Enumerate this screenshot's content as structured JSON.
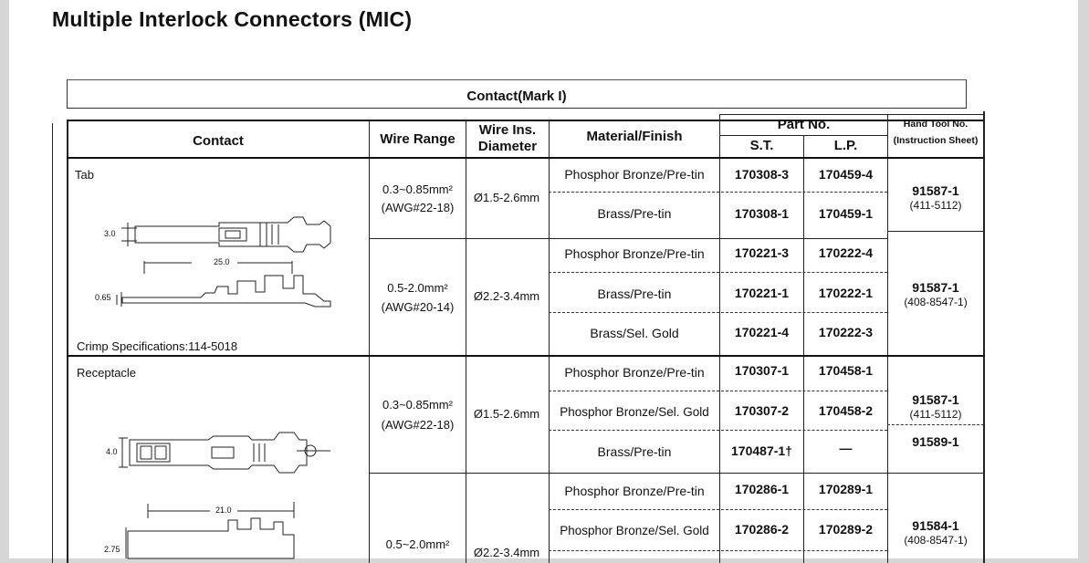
{
  "title": "Multiple Interlock Connectors (MIC)",
  "caption": "Contact(Mark I)",
  "headers": {
    "contact": "Contact",
    "wire_range": "Wire Range",
    "wire_ins_line1": "Wire Ins.",
    "wire_ins_line2": "Diameter",
    "material": "Material/Finish",
    "part_no": "Part No.",
    "st": "S.T.",
    "lp": "L.P.",
    "hand_tool_line1": "Hand Tool No.",
    "hand_tool_line2": "(Instruction Sheet)"
  },
  "sections": {
    "tab": {
      "label": "Tab",
      "crimp": "Crimp Specifications:114-5018",
      "dim_a": "3.0",
      "dim_b": "25.0",
      "dim_c": "0.65",
      "groups": [
        {
          "wire_range": "0.3~0.85mm²",
          "awg": "(AWG#22-18)",
          "wire_ins": "Ø1.5-2.6mm",
          "tool": "91587-1",
          "sheet": "(411-5112)",
          "rows": [
            {
              "material": "Phosphor Bronze/Pre-tin",
              "st": "170308-3",
              "lp": "170459-4"
            },
            {
              "material": "Brass/Pre-tin",
              "st": "170308-1",
              "lp": "170459-1"
            }
          ]
        },
        {
          "wire_range": "0.5-2.0mm²",
          "awg": "(AWG#20-14)",
          "wire_ins": "Ø2.2-3.4mm",
          "tool": "91587-1",
          "sheet": "(408-8547-1)",
          "rows": [
            {
              "material": "Phosphor Bronze/Pre-tin",
              "st": "170221-3",
              "lp": "170222-4"
            },
            {
              "material": "Brass/Pre-tin",
              "st": "170221-1",
              "lp": "170222-1"
            },
            {
              "material": "Brass/Sel. Gold",
              "st": "170221-4",
              "lp": "170222-3"
            }
          ]
        }
      ]
    },
    "receptacle": {
      "label": "Receptacle",
      "dim_a": "4.0",
      "dim_b": "21.0",
      "dim_c": "2.75",
      "groups": [
        {
          "wire_range": "0.3~0.85mm²",
          "awg": "(AWG#22-18)",
          "wire_ins": "Ø1.5-2.6mm",
          "tool": "91587-1",
          "sheet": "(411-5112)",
          "tool2": "91589-1",
          "rows": [
            {
              "material": "Phosphor Bronze/Pre-tin",
              "st": "170307-1",
              "lp": "170458-1"
            },
            {
              "material": "Phosphor Bronze/Sel. Gold",
              "st": "170307-2",
              "lp": "170458-2"
            },
            {
              "material": "Brass/Pre-tin",
              "st": "170487-1†",
              "lp": "—"
            }
          ]
        },
        {
          "wire_range": "0.5~2.0mm²",
          "wire_ins": "Ø2.2-3.4mm",
          "tool": "91584-1",
          "sheet": "(408-8547-1)",
          "rows": [
            {
              "material": "Phosphor Bronze/Pre-tin",
              "st": "170286-1",
              "lp": "170289-1"
            },
            {
              "material": "Phosphor Bronze/Sel. Gold",
              "st": "170286-2",
              "lp": "170289-2"
            }
          ]
        }
      ]
    }
  }
}
